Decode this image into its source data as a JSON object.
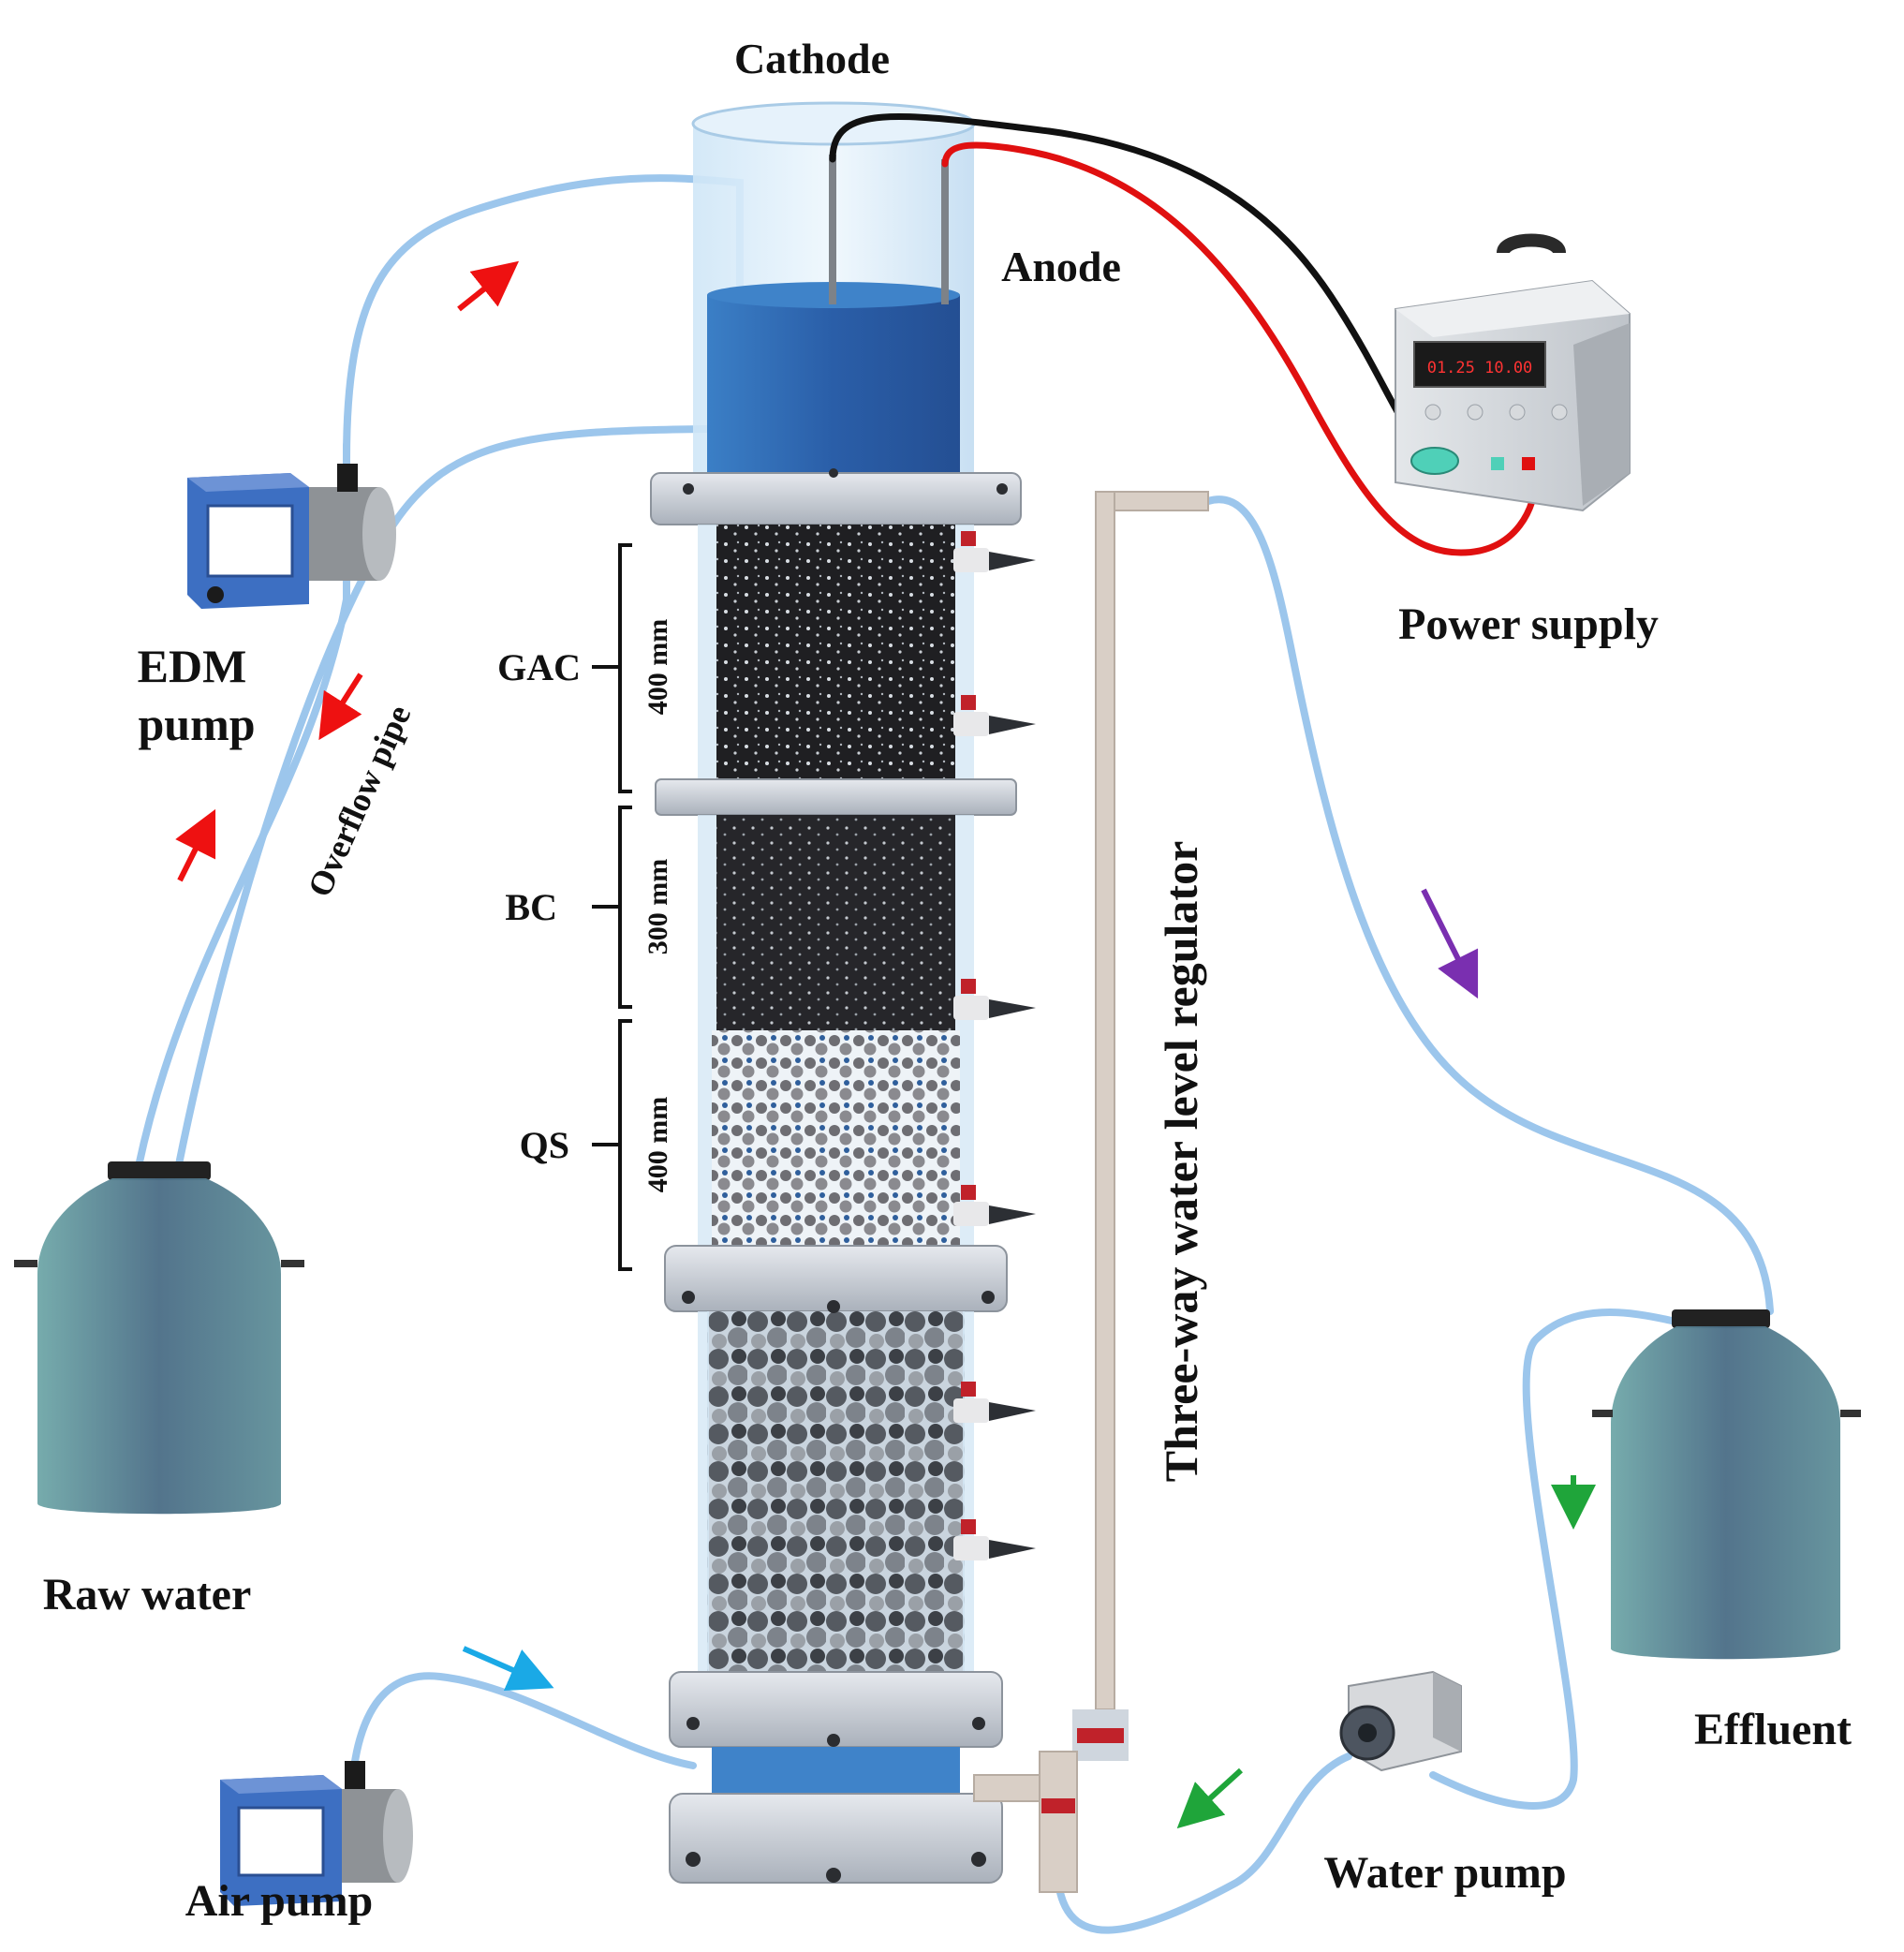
{
  "labels": {
    "cathode": "Cathode",
    "anode": "Anode",
    "power_supply": "Power supply",
    "edm_pump_line1": "EDM",
    "edm_pump_line2": "pump",
    "overflow_pipe": "Overflow pipe",
    "raw_water": "Raw water",
    "air_pump": "Air pump",
    "water_pump": "Water pump",
    "effluent": "Effluent",
    "regulator": "Three-way water level regulator",
    "layer_gac": "GAC",
    "layer_bc": "BC",
    "layer_qs": "QS",
    "dim_gac": "400 mm",
    "dim_bc": "300 mm",
    "dim_qs": "400 mm",
    "display_reading": "01.25 10.00"
  },
  "colors": {
    "tube": "#9cc6ec",
    "flow_red": "#ee1111",
    "flow_purple": "#7a2fb0",
    "flow_green": "#1fa53a",
    "flow_cyan": "#1aa9e6",
    "wire_black": "#111111",
    "wire_red": "#e01010",
    "pump_blue": "#3d6fc2",
    "tank_teal": "#5f9a9a",
    "column_water": "#2f6db8"
  }
}
